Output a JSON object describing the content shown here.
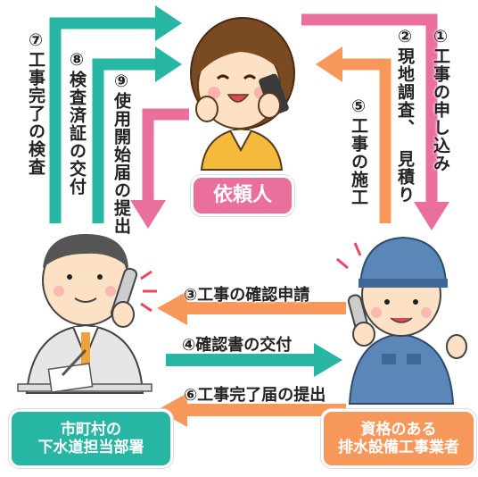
{
  "steps": {
    "s1": "①工事の申し込み",
    "s2a": "②現地調査、",
    "s2b": "見積り",
    "s3": "③工事の確認申請",
    "s4": "④確認書の交付",
    "s5": "⑤工事の施工",
    "s6": "⑥工事完了届の提出",
    "s7": "⑦工事完了の検査",
    "s8": "⑧検査済証の交付",
    "s9": "⑨使用開始届の提出"
  },
  "labels": {
    "client": "依頼人",
    "city_line1": "市町村の",
    "city_line2": "下水道担当部署",
    "contractor_line1": "資格のある",
    "contractor_line2": "排水設備工事業者"
  },
  "colors": {
    "pink": "#ea6f9d",
    "orange": "#f7975a",
    "teal": "#27b5a4",
    "client_box": "#ea6f9d",
    "city_box": "#27b5a4",
    "contractor_box": "#f7975a"
  }
}
